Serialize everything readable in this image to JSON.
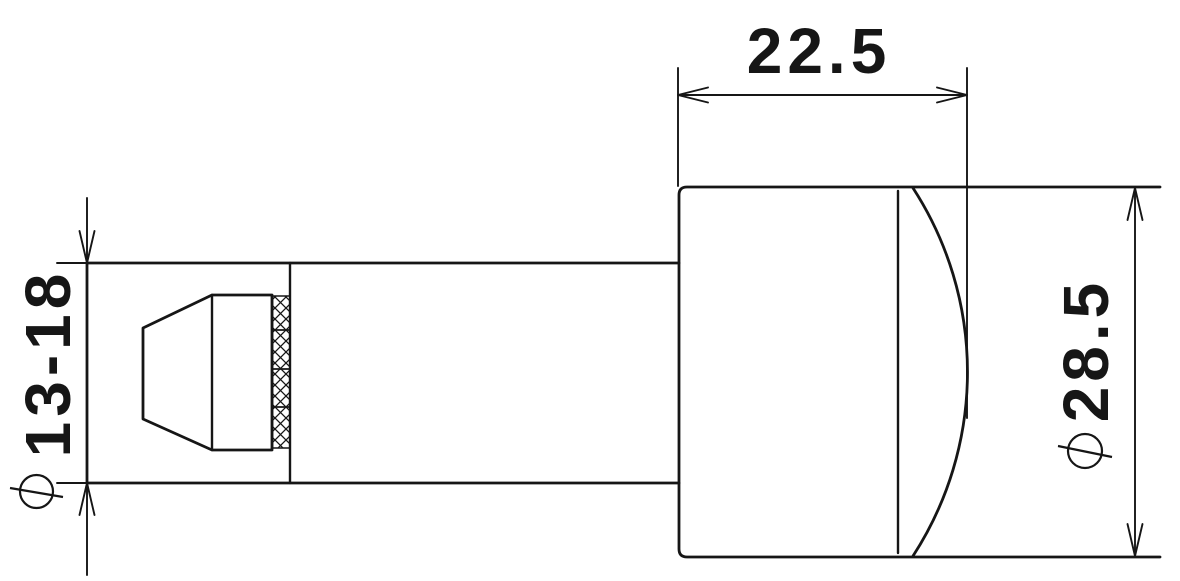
{
  "background_color": "#ffffff",
  "line_color": "#161616",
  "dimensions": {
    "length": {
      "value": "22.5",
      "full_label": "22.5"
    },
    "left_diameter": {
      "symbol": "⌀",
      "value": "13-18",
      "full_label": "⌀13-18"
    },
    "right_diameter": {
      "symbol": "⌀",
      "value": "28.5",
      "full_label": "⌀28.5"
    }
  }
}
